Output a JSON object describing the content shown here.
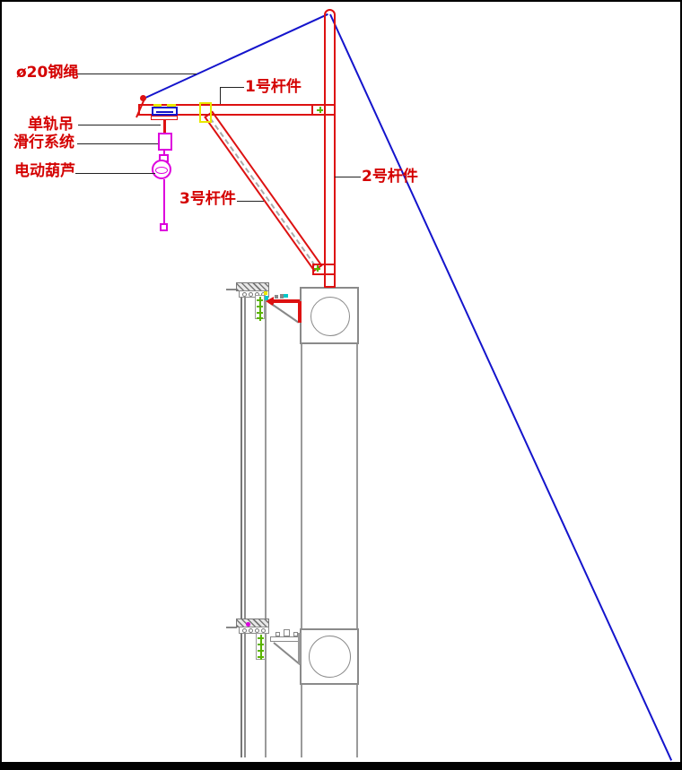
{
  "labels": {
    "rope": "ø20钢绳",
    "monorail_line1": "单轨吊",
    "monorail_line2": "滑行系统",
    "electric_hoist": "电动葫芦",
    "member_1": "1号杆件",
    "member_2": "2号杆件",
    "member_3": "3号杆件"
  },
  "colors": {
    "label_red": "#d40000",
    "structure_red": "#dd1111",
    "rope_blue": "#1414cc",
    "hoist_magenta": "#dd00dd",
    "highlight_yellow": "#e8e800",
    "marker_green": "#5ab400",
    "marker_cyan": "#00c8c8",
    "structure_gray": "#8a8a8a"
  }
}
